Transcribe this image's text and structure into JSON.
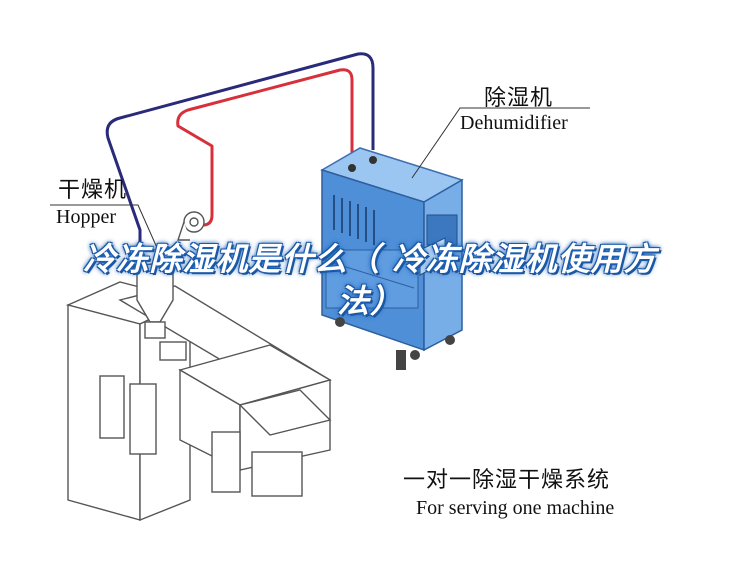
{
  "overlay_title": "冷冻除湿机是什么（  冷冻除湿机使用方法）",
  "labels": {
    "dehumidifier_cn": "除湿机",
    "dehumidifier_en": "Dehumidifier",
    "hopper_cn": "干燥机",
    "hopper_en": "Hopper",
    "caption_cn": "一对一除湿干燥系统",
    "caption_en": "For serving one machine"
  },
  "colors": {
    "dehumidifier_body": "#4f8fd8",
    "pipe_supply": "#2a2a7a",
    "pipe_return": "#d8303a",
    "machine_outline": "#555555",
    "title_glow": "#1e63b8"
  }
}
